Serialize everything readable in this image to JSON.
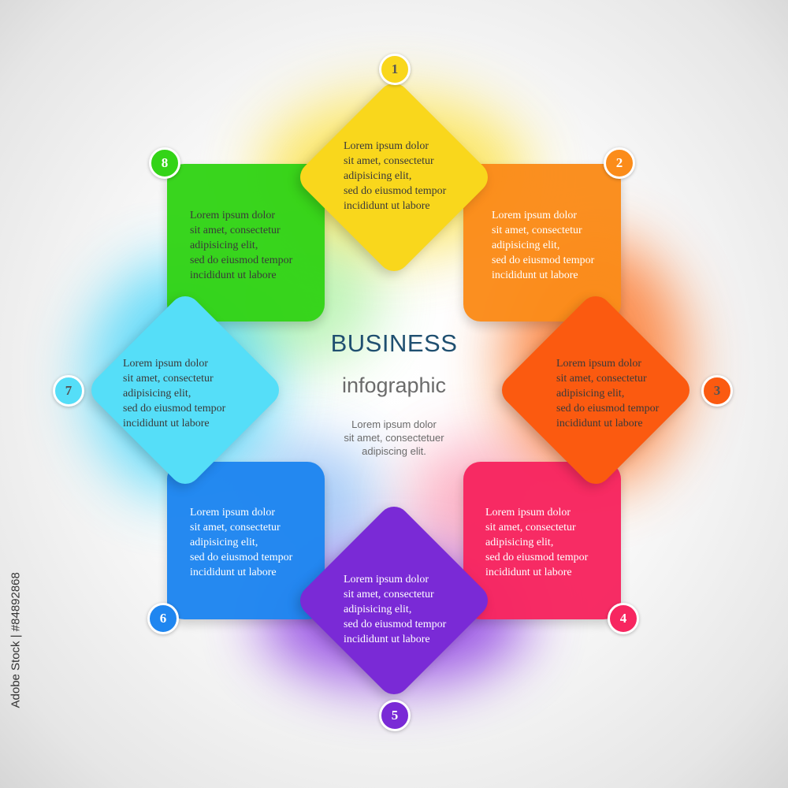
{
  "center": {
    "title": "BUSINESS",
    "subtitle": "infographic",
    "body": "Lorem ipsum dolor\nsit amet, consectetuer\nadipiscing elit."
  },
  "items": [
    {
      "number": "1",
      "color": "#f9d71c",
      "text": "Lorem ipsum dolor\nsit amet, consectetur\nadipisicing elit,\nsed do eiusmod tempor\nincididunt ut labore"
    },
    {
      "number": "2",
      "color": "#fb8c1a",
      "text": "Lorem ipsum dolor\nsit amet, consectetur\nadipisicing elit,\nsed do eiusmod tempor\nincididunt ut labore"
    },
    {
      "number": "3",
      "color": "#fb5a10",
      "text": "Lorem ipsum dolor\nsit amet, consectetur\nadipisicing elit,\nsed do eiusmod tempor\nincididunt ut labore"
    },
    {
      "number": "4",
      "color": "#f72660",
      "text": "Lorem ipsum dolor\nsit amet, consectetur\nadipisicing elit,\nsed do eiusmod tempor\nincididunt ut labore"
    },
    {
      "number": "5",
      "color": "#7a2ad6",
      "text": "Lorem ipsum dolor\nsit amet, consectetur\nadipisicing elit,\nsed do eiusmod tempor\nincididunt ut labore"
    },
    {
      "number": "6",
      "color": "#1f86f0",
      "text": "Lorem ipsum dolor\nsit amet, consectetur\nadipisicing elit,\nsed do eiusmod tempor\nincididunt ut labore"
    },
    {
      "number": "7",
      "color": "#55def8",
      "text": "Lorem ipsum dolor\nsit amet, consectetur\nadipisicing elit,\nsed do eiusmod tempor\nincididunt ut labore"
    },
    {
      "number": "8",
      "color": "#33d417",
      "text": "Lorem ipsum dolor\nsit amet, consectetur\nadipisicing elit,\nsed do eiusmod tempor\nincididunt ut labore"
    }
  ],
  "watermark": "Adobe Stock | #84892868"
}
